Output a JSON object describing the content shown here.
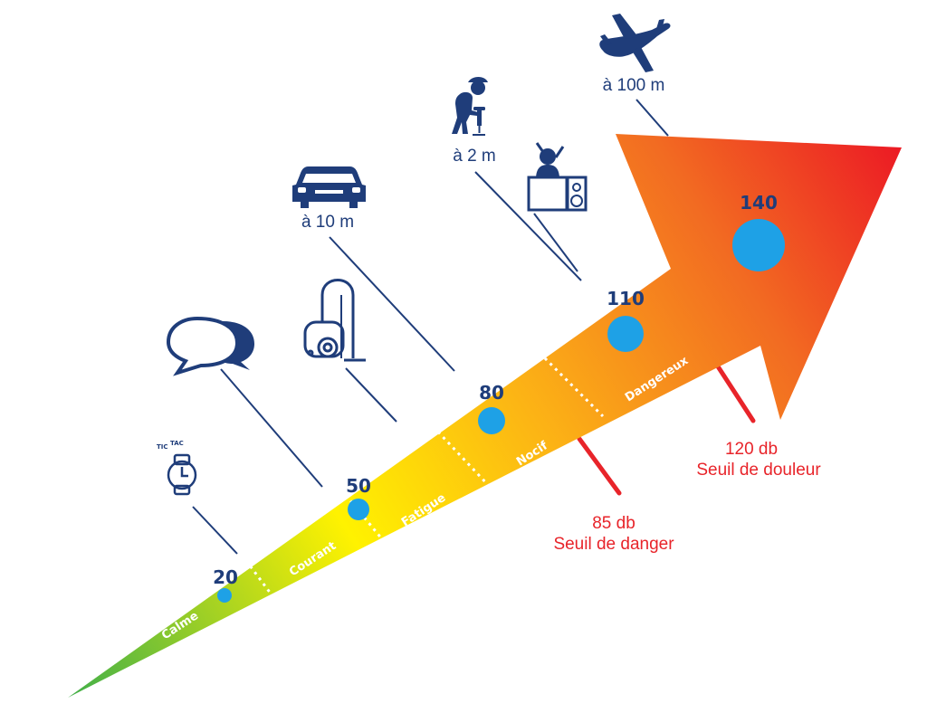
{
  "scale": {
    "levels": [
      {
        "value": "20",
        "zone": "Calme"
      },
      {
        "value": "50",
        "zone": "Courant"
      },
      {
        "value": "80",
        "zone": "Fatigue"
      },
      {
        "value": "110",
        "zone": "Nocif"
      },
      {
        "value": "140",
        "zone": "Dangereux"
      }
    ]
  },
  "icons": {
    "watch": {
      "name": "watch-icon",
      "text_top": "TIC",
      "text_top2": "TAC"
    },
    "chat": {
      "name": "speech-bubbles-icon"
    },
    "vacuum": {
      "name": "vacuum-cleaner-icon"
    },
    "car": {
      "name": "car-icon",
      "distance": "à 10 m"
    },
    "worker": {
      "name": "jackhammer-worker-icon",
      "distance": "à 2 m"
    },
    "dj": {
      "name": "dj-speakers-icon"
    },
    "plane": {
      "name": "airplane-icon",
      "distance": "à 100 m"
    }
  },
  "thresholds": [
    {
      "value": "85 db",
      "label": "Seuil de danger"
    },
    {
      "value": "120 db",
      "label": "Seuil de douleur"
    }
  ],
  "colors": {
    "arrow_start": "#4cb848",
    "arrow_mid": "#fff200",
    "arrow_mid2": "#fbb416",
    "arrow_end": "#ec1c24",
    "dot": "#1ea1e6",
    "ink": "#1f3d7a",
    "threshold": "#e8242a"
  }
}
